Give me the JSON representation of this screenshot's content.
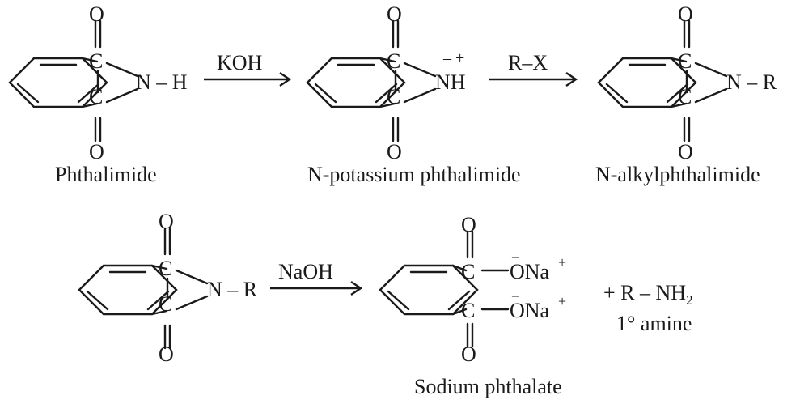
{
  "atoms": {
    "O": "O",
    "C": "C",
    "N": "N",
    "H": "H",
    "R": "R"
  },
  "top": {
    "phthalimide": {
      "n_group": "N – H",
      "caption": "Phthalimide"
    },
    "arrow1_reagent": "KOH",
    "potassium": {
      "nh_group": "NH",
      "charges": "– +",
      "caption": "N-potassium phthalimide"
    },
    "arrow2_reagent": "R–X",
    "alkyl": {
      "n_group": "N – R",
      "caption": "N-alkylphthalimide"
    }
  },
  "bottom": {
    "alkyl": {
      "n_group": "N – R"
    },
    "arrow_reagent": "NaOH",
    "sodium_phthalate": {
      "ona_text": "ONa",
      "ona_minus": "–",
      "ona_plus": "+",
      "caption": "Sodium phthalate"
    },
    "amine": {
      "plus_r_nh": "+ R – NH",
      "subscript": "2",
      "label": "1° amine"
    }
  },
  "colors": {
    "ink": "#1a1a1a",
    "background": "#ffffff"
  }
}
